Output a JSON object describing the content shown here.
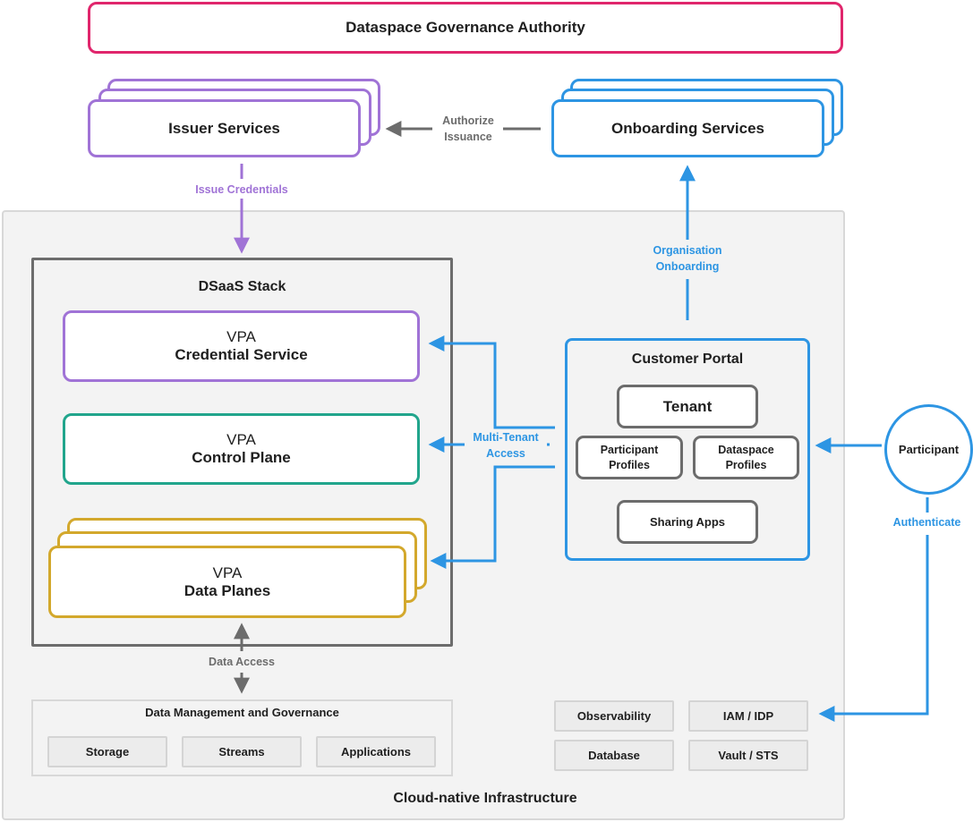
{
  "governance": {
    "title": "Dataspace Governance Authority"
  },
  "issuer": {
    "title": "Issuer Services"
  },
  "onboarding": {
    "title": "Onboarding Services"
  },
  "labels": {
    "authorize": [
      "Authorize",
      "Issuance"
    ],
    "issue_credentials": "Issue Credentials",
    "org_onboarding": [
      "Organisation",
      "Onboarding"
    ],
    "multi_tenant": [
      "Multi-Tenant",
      "Access"
    ],
    "authenticate": "Authenticate",
    "data_access": "Data Access"
  },
  "dsaas": {
    "title": "DSaaS Stack",
    "credential": {
      "prefix": "VPA",
      "name": "Credential Service"
    },
    "control": {
      "prefix": "VPA",
      "name": "Control Plane"
    },
    "data": {
      "prefix": "VPA",
      "name": "Data Planes"
    }
  },
  "portal": {
    "title": "Customer Portal",
    "tenant": "Tenant",
    "participant_profiles": [
      "Participant",
      "Profiles"
    ],
    "dataspace_profiles": [
      "Dataspace",
      "Profiles"
    ],
    "sharing_apps": "Sharing Apps"
  },
  "participant": {
    "label": "Participant"
  },
  "data_mgmt": {
    "title": "Data Management and Governance",
    "items": [
      "Storage",
      "Streams",
      "Applications"
    ]
  },
  "infra_services": [
    "Observability",
    "IAM / IDP",
    "Database",
    "Vault / STS"
  ],
  "cloud": {
    "title": "Cloud-native Infrastructure"
  },
  "colors": {
    "governance": "#e0266c",
    "purple": "#a073d6",
    "blue": "#2d95e3",
    "gold": "#d3a82c",
    "teal": "#21a58c",
    "grey": "#6c6c6c"
  }
}
